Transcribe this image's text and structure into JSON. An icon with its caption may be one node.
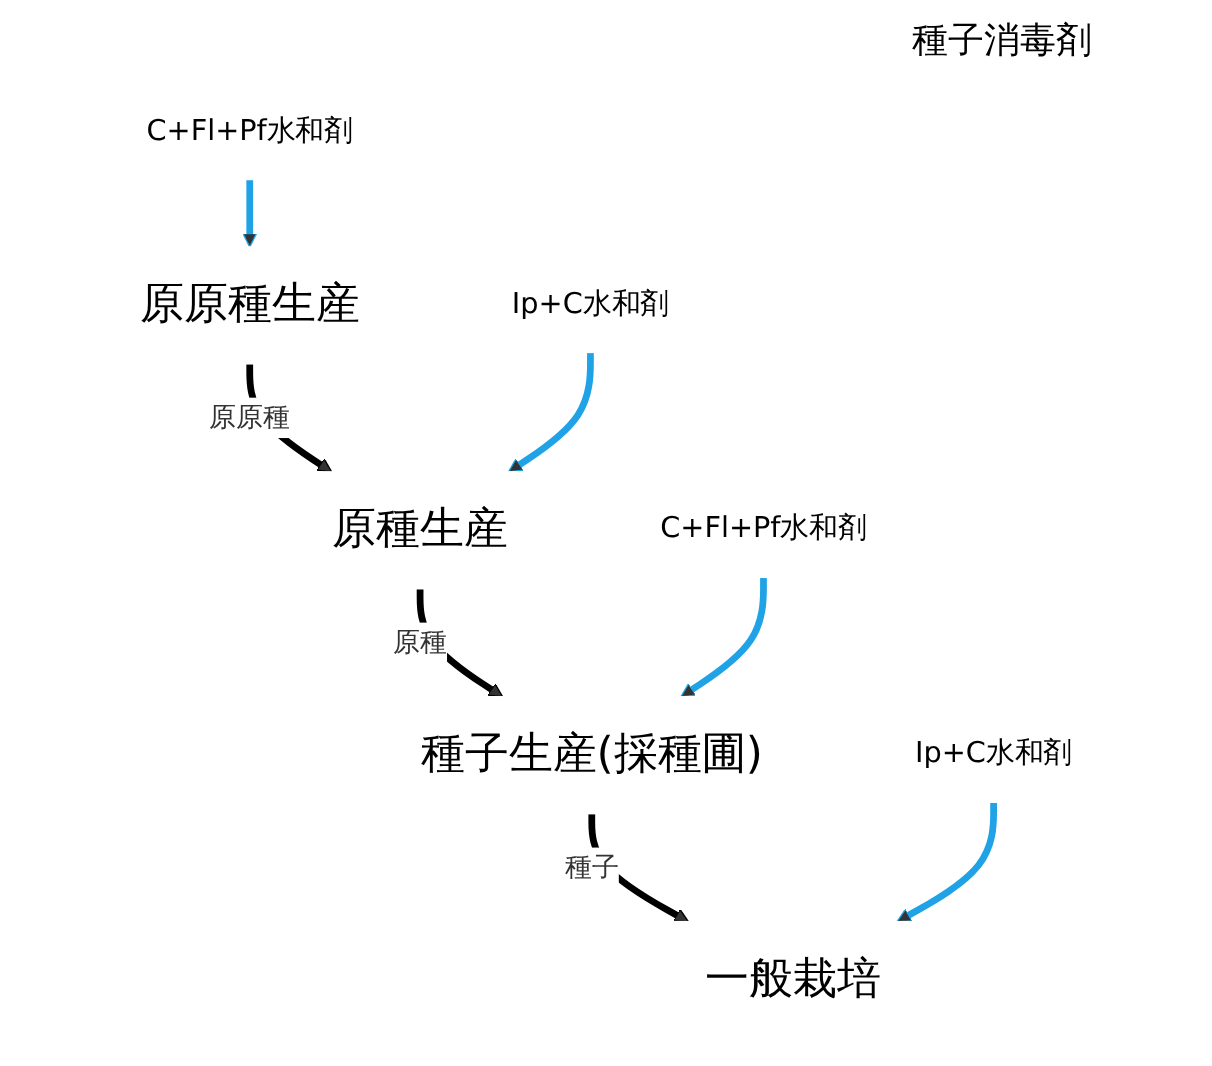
{
  "diagram": {
    "nodes": [
      {
        "text": [
          "原原種生産"
        ]
      },
      {
        "text": [
          "C+Fl+Pf水和剤"
        ]
      },
      {
        "text": [
          "原種生産"
        ]
      },
      {
        "text": [
          "Ip+C水和剤"
        ]
      },
      {
        "text": [
          "種子生産(採種圃)"
        ]
      },
      {
        "text": [
          "C+Fl+Pf水和剤"
        ]
      },
      {
        "text": [
          "一般栽培"
        ]
      },
      {
        "text": [
          "Ip+C水和剤"
        ]
      }
    ],
    "edges": [
      {
        "from": 1,
        "to": 0,
        "arrow": "to",
        "color": "#1fa3e6"
      },
      {
        "from": 0,
        "to": 2,
        "arrow": "to",
        "label": "原原種",
        "color": "#000000"
      },
      {
        "from": 3,
        "to": 2,
        "arrow": "to",
        "color": "#1fa3e6"
      },
      {
        "from": 2,
        "to": 4,
        "arrow": "to",
        "label": "原種",
        "color": "#000000"
      },
      {
        "from": 5,
        "to": 4,
        "arrow": "to",
        "color": "#1fa3e6"
      },
      {
        "from": 4,
        "to": 6,
        "arrow": "to",
        "label": "種子",
        "color": "#000000"
      },
      {
        "from": 7,
        "to": 6,
        "arrow": "to",
        "color": "#1fa3e6"
      }
    ],
    "labels": [
      "種子消毒剤"
    ]
  }
}
